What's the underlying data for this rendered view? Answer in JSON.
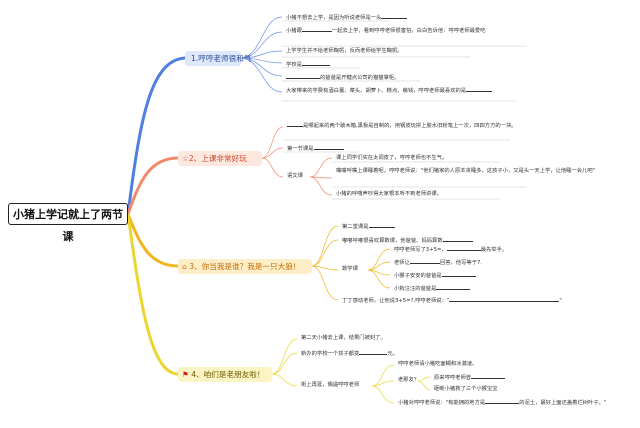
{
  "root": {
    "title": "小猪上学记就上了两节课"
  },
  "branches": [
    {
      "label": "1.哼哼老师很和气",
      "color": "#4f7fe0"
    },
    {
      "label": "2、上课非常好玩",
      "color": "#f08a6a"
    },
    {
      "label": "3、你当我是谁？我是一只大狼！",
      "color": "#f2b51d"
    },
    {
      "label": "4、咱们是老朋友啦！",
      "color": "#ead62e"
    }
  ],
  "b1": {
    "items": [
      "小猪不想去上学，是因为听说老师是一头",
      "小猪跟",
      "一起去上学，看到哼哼老师很害怕，白白告诉他：哼哼老师最爱吃",
      "上学学生并不给老师鞠躬，反而老师给学生鞠躬。",
      "学校是",
      "的爸爸是开糖点公司的猫猫掌柜。",
      "大家带来的学费有酒白薯、菜头、胡萝卜、糕点、萌钱，哼哼老师最喜欢的是"
    ],
    "item1_tail": "一起去上学，看到哼哼老师很害怕，白白告诉他：哼哼老师最爱吃"
  },
  "b2": {
    "top1": "是哪起来的两个破木箱,黑板是自制的，用钢皮玩拼上胶水旧粉笔上一次，四四方方的一块。",
    "top2": "第一节课是",
    "group_label": "语文课",
    "g1": "课上同学们实在太调皮了，哼哼老师也不生气。",
    "g2": "嘴嘴呼嘴上课睡着呢，哼哼老师说：\"他们猪家的人原本贪睡多，这孩子小，又是头一天上学，让他睡一会儿吧\"",
    "g3": "小猪的呼噜声吵得大家根本听不到老师讲课。"
  },
  "b3": {
    "s1": "第二堂课是",
    "s2": "嘟嘟呼嘟很喜欢算数课，他爸爸、妈妈算数",
    "math_label": "数学课",
    "m1": "哼哼老师写了3+5=，",
    "m1b": "最先举手。",
    "m2": "老师让",
    "m2b": "回答，他写等于7.",
    "m3": "小猴子安安的爸爸是",
    "m4": "小狗汪汪的爸爸是",
    "s3": "丁丁感动老师，让他说3+5=?,哼哼老师说：\""
  },
  "b4": {
    "s1": "第二天小猪去上课，结果门被封了。",
    "s2": "新办的学校一个孩子都变",
    "s2b": "元。",
    "street_label": "街上再逛，偶遇哼哼老师",
    "t1": "哼哼老师请小猪吃面糊和冰激凌。",
    "t2_label": "老那友？",
    "t2a": "原来哼哼老师曾",
    "t2b": "砸断小猪救了三个小猴宝宝",
    "t3": "小猪对哼哼老师说：\"有能拥的地方是",
    "t3b": "的泥土，最好上面还盖着烂树叶子。\""
  }
}
